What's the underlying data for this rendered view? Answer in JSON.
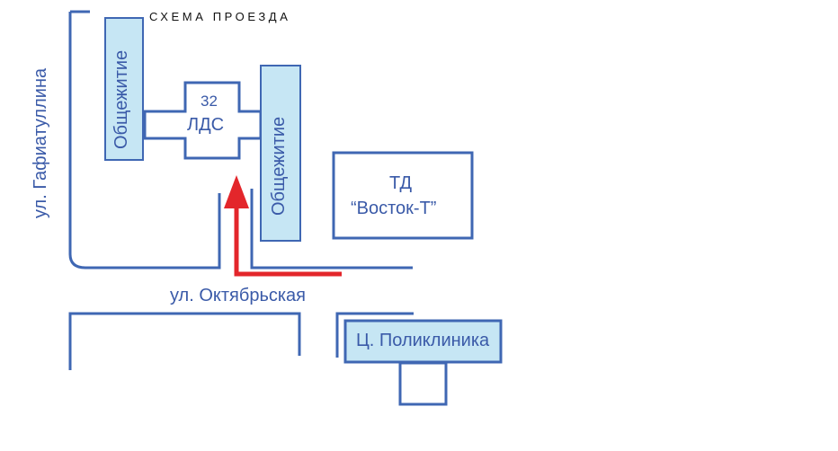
{
  "title": "СХЕМА ПРОЕЗДА",
  "streets": {
    "gafiatullina": "ул. Гафиатуллина",
    "oktyabrskaya": "ул. Октябрьская"
  },
  "buildings": {
    "dorm_left": "Общежитие",
    "dorm_right": "Общежитие",
    "lds_number": "32",
    "lds_name": "ЛДС",
    "td_line1": "ТД",
    "td_line2": "“Восток-Т”",
    "clinic": "Ц. Поликлиника"
  },
  "colors": {
    "line": "#3f67b3",
    "fill": "#c6e6f4",
    "text": "#3a5aa8",
    "route": "#e3262b"
  }
}
